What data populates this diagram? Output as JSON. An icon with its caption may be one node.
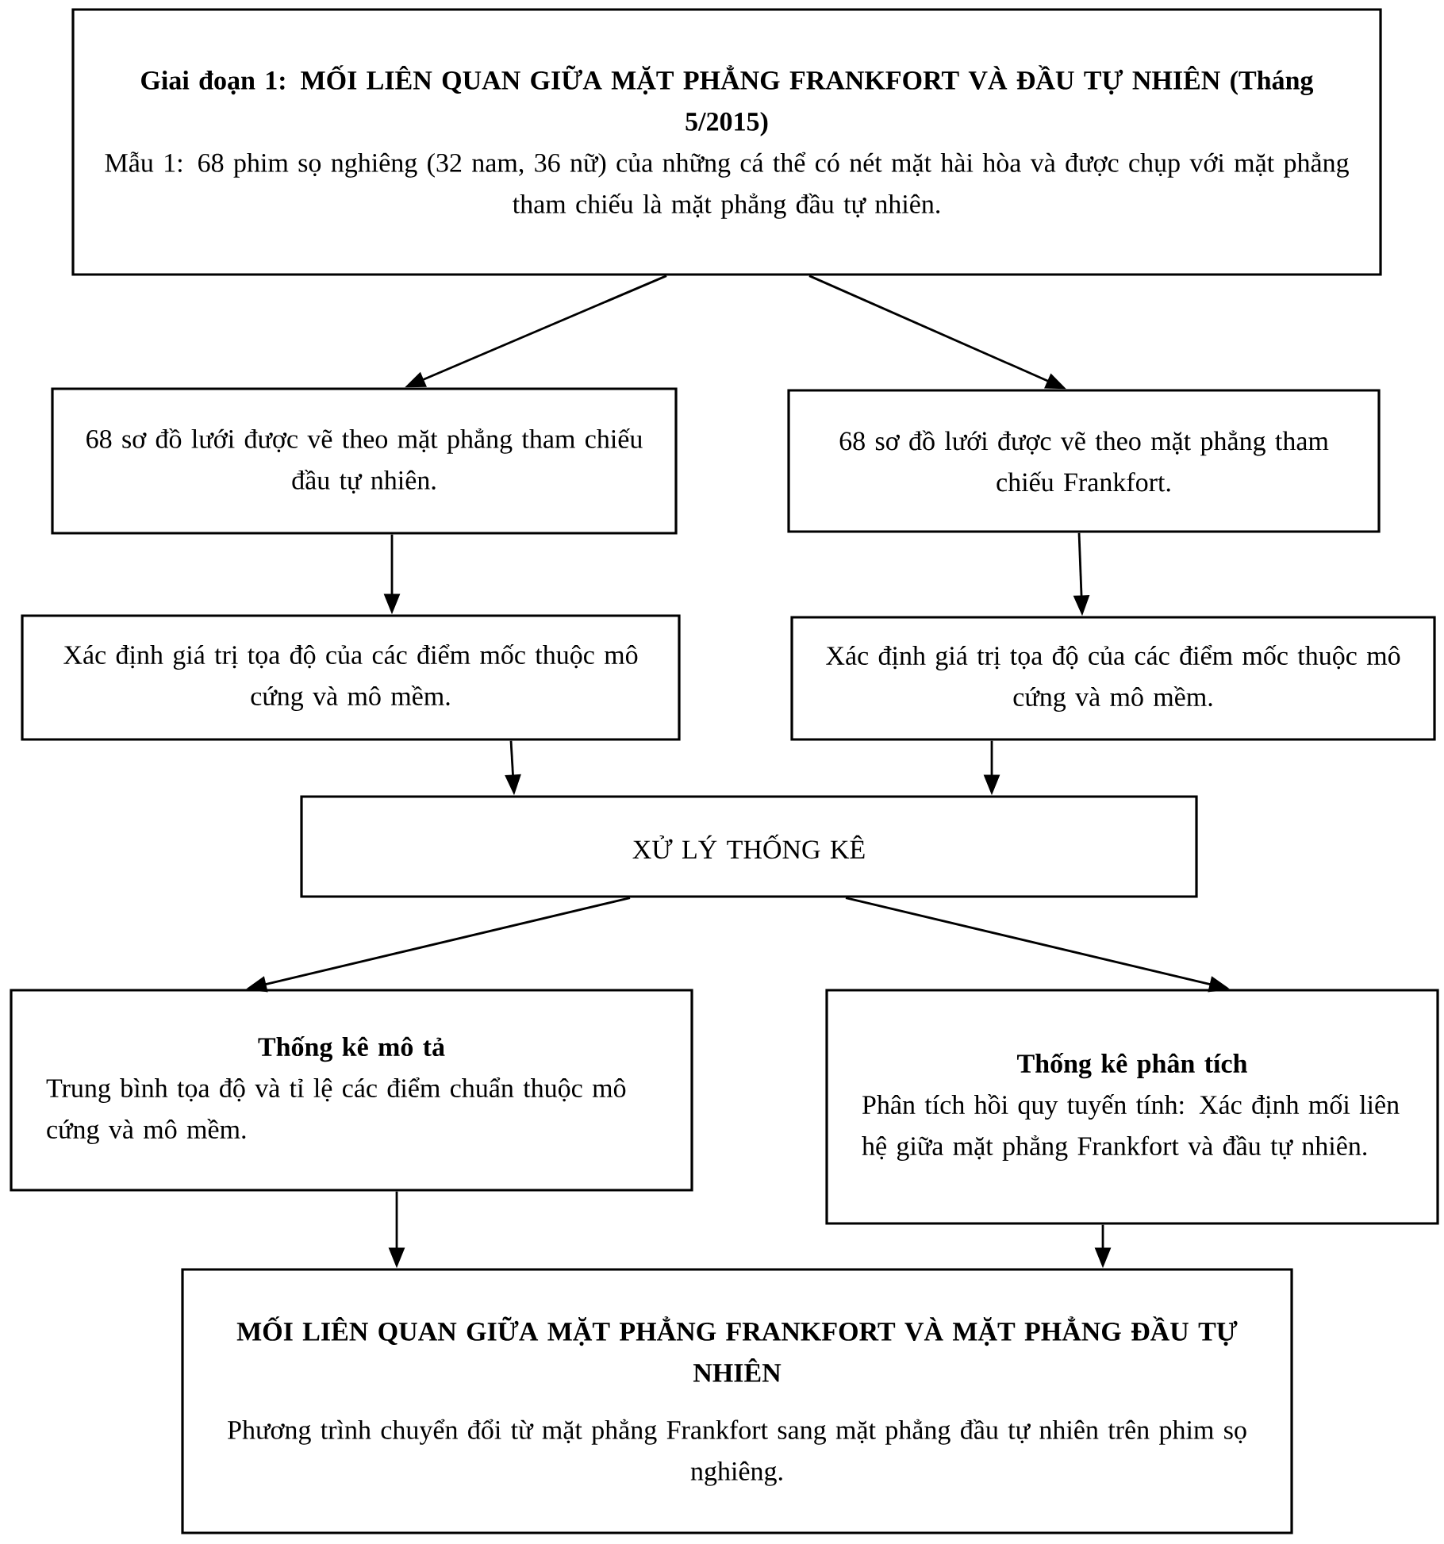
{
  "diagram": {
    "nodes": [
      {
        "text": [
          "Giai đoạn 1: MỐI LIÊN QUAN GIỮA MẶT PHẲNG FRANKFORT VÀ ĐẦU TỰ NHIÊN (Tháng 5/2015)",
          "Mẫu 1: 68 phim sọ nghiêng (32 nam, 36 nữ) của những cá thể có nét mặt hài hòa và được chụp với mặt phẳng tham chiếu là mặt phẳng đầu tự nhiên."
        ]
      },
      {
        "text": [
          "68 sơ đồ lưới được vẽ theo mặt phẳng tham chiếu đầu tự nhiên."
        ]
      },
      {
        "text": [
          "68 sơ đồ lưới được vẽ theo mặt phẳng tham chiếu Frankfort."
        ]
      },
      {
        "text": [
          "Xác định giá trị tọa độ của các điểm mốc thuộc mô cứng và mô mềm."
        ]
      },
      {
        "text": [
          "Xác định giá trị tọa độ của các điểm mốc thuộc mô cứng và mô mềm."
        ]
      },
      {
        "text": [
          "XỬ LÝ THỐNG KÊ"
        ]
      },
      {
        "text": [
          "Thống kê mô tả",
          "Trung bình tọa độ và tỉ lệ các điểm chuẩn thuộc mô cứng và mô mềm."
        ]
      },
      {
        "text": [
          "Thống kê phân tích",
          "Phân tích hồi quy tuyến tính: Xác định mối liên hệ giữa mặt phẳng Frankfort và đầu tự nhiên."
        ]
      },
      {
        "text": [
          "MỐI LIÊN QUAN GIỮA MẶT PHẲNG FRANKFORT VÀ MẶT PHẲNG ĐẦU TỰ NHIÊN",
          "Phương trình chuyển đổi từ mặt phẳng Frankfort sang mặt phẳng đầu tự nhiên trên phim sọ nghiêng."
        ]
      }
    ],
    "edges": [
      {
        "from": 0,
        "to": 1,
        "arrow": "to"
      },
      {
        "from": 0,
        "to": 2,
        "arrow": "to"
      },
      {
        "from": 1,
        "to": 3,
        "arrow": "to"
      },
      {
        "from": 2,
        "to": 4,
        "arrow": "to"
      },
      {
        "from": 3,
        "to": 5,
        "arrow": "to"
      },
      {
        "from": 4,
        "to": 5,
        "arrow": "to"
      },
      {
        "from": 5,
        "to": 6,
        "arrow": "to"
      },
      {
        "from": 5,
        "to": 7,
        "arrow": "to"
      },
      {
        "from": 6,
        "to": 8,
        "arrow": "to"
      },
      {
        "from": 7,
        "to": 8,
        "arrow": "to"
      }
    ]
  }
}
